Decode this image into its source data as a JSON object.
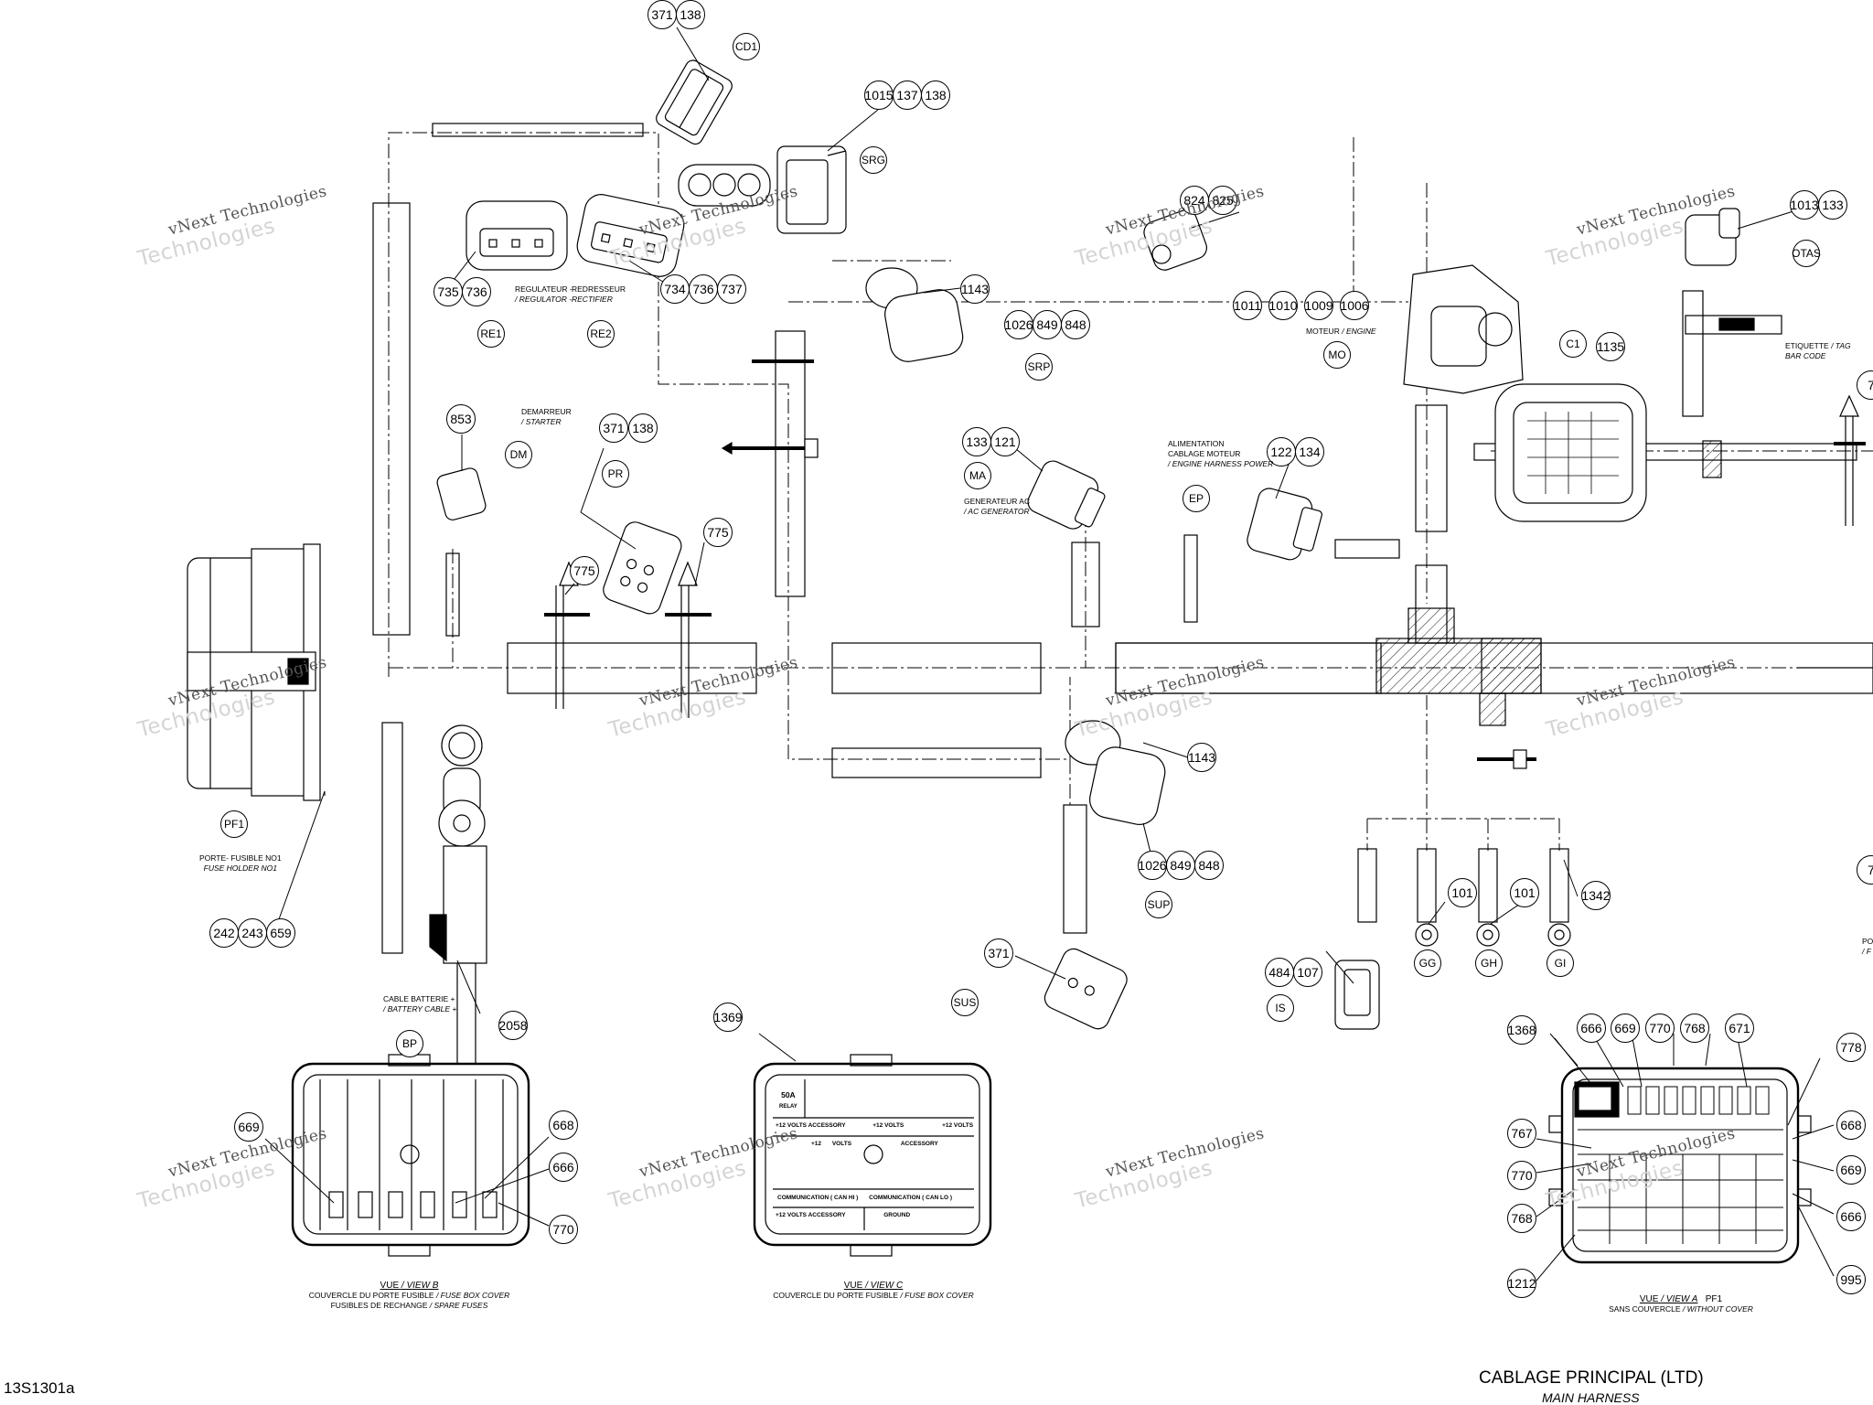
{
  "drawing": {
    "title": "CABLAGE PRINCIPAL (LTD)",
    "subtitle": "MAIN HARNESS",
    "reference": "13S1301a"
  },
  "watermark": {
    "line1": "vNext Technologies",
    "line2": "Technologies"
  },
  "callouts": [
    {
      "id": "c1",
      "text": "371"
    },
    {
      "id": "c2",
      "text": "138"
    },
    {
      "id": "c3",
      "text": "1015"
    },
    {
      "id": "c4",
      "text": "137"
    },
    {
      "id": "c5",
      "text": "138"
    },
    {
      "id": "c6",
      "text": "735"
    },
    {
      "id": "c7",
      "text": "736"
    },
    {
      "id": "c8",
      "text": "734"
    },
    {
      "id": "c9",
      "text": "736"
    },
    {
      "id": "c10",
      "text": "737"
    },
    {
      "id": "c11",
      "text": "1143"
    },
    {
      "id": "c12",
      "text": "1026"
    },
    {
      "id": "c13",
      "text": "849"
    },
    {
      "id": "c14",
      "text": "848"
    },
    {
      "id": "c15",
      "text": "824"
    },
    {
      "id": "c16",
      "text": "825"
    },
    {
      "id": "c17",
      "text": "1013"
    },
    {
      "id": "c18",
      "text": "133"
    },
    {
      "id": "c19",
      "text": "1011"
    },
    {
      "id": "c20",
      "text": "1010"
    },
    {
      "id": "c21",
      "text": "1009"
    },
    {
      "id": "c22",
      "text": "1006"
    },
    {
      "id": "c23",
      "text": "1135"
    },
    {
      "id": "c24",
      "text": "853"
    },
    {
      "id": "c25",
      "text": "371"
    },
    {
      "id": "c26",
      "text": "138"
    },
    {
      "id": "c27",
      "text": "133"
    },
    {
      "id": "c28",
      "text": "121"
    },
    {
      "id": "c29",
      "text": "122"
    },
    {
      "id": "c30",
      "text": "134"
    },
    {
      "id": "c31",
      "text": "775"
    },
    {
      "id": "c32",
      "text": "775"
    },
    {
      "id": "c33",
      "text": "1143"
    },
    {
      "id": "c34",
      "text": "1026"
    },
    {
      "id": "c35",
      "text": "849"
    },
    {
      "id": "c36",
      "text": "848"
    },
    {
      "id": "c37",
      "text": "101"
    },
    {
      "id": "c38",
      "text": "101"
    },
    {
      "id": "c39",
      "text": "1342"
    },
    {
      "id": "c40",
      "text": "242"
    },
    {
      "id": "c41",
      "text": "243"
    },
    {
      "id": "c42",
      "text": "659"
    },
    {
      "id": "c43",
      "text": "2058"
    },
    {
      "id": "c44",
      "text": "371"
    },
    {
      "id": "c45",
      "text": "484"
    },
    {
      "id": "c46",
      "text": "107"
    },
    {
      "id": "c47",
      "text": "1369"
    },
    {
      "id": "c48",
      "text": "1368"
    },
    {
      "id": "c49",
      "text": "666"
    },
    {
      "id": "c50",
      "text": "669"
    },
    {
      "id": "c51",
      "text": "770"
    },
    {
      "id": "c52",
      "text": "768"
    },
    {
      "id": "c53",
      "text": "671"
    },
    {
      "id": "c54",
      "text": "778"
    },
    {
      "id": "c55",
      "text": "669"
    },
    {
      "id": "c56",
      "text": "668"
    },
    {
      "id": "c57",
      "text": "666"
    },
    {
      "id": "c58",
      "text": "770"
    },
    {
      "id": "c59",
      "text": "767"
    },
    {
      "id": "c60",
      "text": "770"
    },
    {
      "id": "c61",
      "text": "768"
    },
    {
      "id": "c62",
      "text": "1212"
    },
    {
      "id": "c63",
      "text": "668"
    },
    {
      "id": "c64",
      "text": "669"
    },
    {
      "id": "c65",
      "text": "666"
    },
    {
      "id": "c66",
      "text": "995"
    },
    {
      "id": "c67",
      "text": "7"
    },
    {
      "id": "c68",
      "text": "7"
    }
  ],
  "codes": [
    {
      "id": "k1",
      "text": "CD1"
    },
    {
      "id": "k2",
      "text": "SRG"
    },
    {
      "id": "k3",
      "text": "RE1"
    },
    {
      "id": "k4",
      "text": "RE2"
    },
    {
      "id": "k5",
      "text": "SRP"
    },
    {
      "id": "k6",
      "text": "OTAS"
    },
    {
      "id": "k7",
      "text": "MO"
    },
    {
      "id": "k8",
      "text": "C1"
    },
    {
      "id": "k9",
      "text": "DM"
    },
    {
      "id": "k10",
      "text": "PR"
    },
    {
      "id": "k11",
      "text": "MA"
    },
    {
      "id": "k12",
      "text": "EP"
    },
    {
      "id": "k13",
      "text": "PF1"
    },
    {
      "id": "k14",
      "text": "SUP"
    },
    {
      "id": "k15",
      "text": "GG"
    },
    {
      "id": "k16",
      "text": "GH"
    },
    {
      "id": "k17",
      "text": "GI"
    },
    {
      "id": "k18",
      "text": "BP"
    },
    {
      "id": "k19",
      "text": "SUS"
    },
    {
      "id": "k20",
      "text": "IS"
    }
  ],
  "labels": {
    "regulateur": "REGULATEUR -",
    "regulator": "/ REGULATOR -",
    "redresseur": "REDRESSEUR",
    "rectifier": "RECTIFIER",
    "moteur": "MOTEUR",
    "engine": "/ ENGINE",
    "etiquette": "ETIQUETTE",
    "tag": "/ TAG",
    "bar_code": "BAR CODE",
    "demarreur": "DEMARREUR",
    "starter": "/ STARTER",
    "alimentation": "ALIMENTATION",
    "cablage_moteur": "CABLAGE MOTEUR",
    "engine_harness_power": "/ ENGINE HARNESS POWER",
    "generateur_ac": "GENERATEUR AC",
    "ac_generator": "/ AC GENERATOR",
    "porte_fusible": "PORTE- FUSIBLE NO1",
    "fuse_holder": "FUSE HOLDER NO1",
    "cable_batterie": "CABLE BATTERIE +",
    "battery_cable": "/ BATTERY CABLE +",
    "po": "PO",
    "pf": "/ F",
    "view_b": "VUE",
    "view_b_en": "/ VIEW B",
    "view_b_l1": "COUVERCLE DU PORTE FUSIBLE",
    "view_b_l1_en": "/ FUSE BOX COVER",
    "view_b_l2": "FUSIBLES DE RECHANGE",
    "view_b_l2_en": "/ SPARE FUSES",
    "view_c": "VUE",
    "view_c_en": "/ VIEW C",
    "view_c_l1": "COUVERCLE DU PORTE FUSIBLE",
    "view_c_l1_en": "/ FUSE BOX COVER",
    "view_a": "VUE",
    "view_a_en": "/ VIEW A",
    "view_a_pf": "PF1",
    "view_a_l1": "SANS COUVERCLE",
    "view_a_l1_en": "/ WITHOUT COVER"
  },
  "fuse_box_c": {
    "relay": "50A",
    "relay_sub": "RELAY",
    "row1": [
      "+12 VOLTS",
      "ACCESSORY",
      "+12 VOLTS",
      "+12 VOLTS"
    ],
    "row2": [
      "+12",
      "VOLTS",
      "ACCESSORY"
    ],
    "row3": [
      "COMMUNICATION ( CAN HI )",
      "COMMUNICATION ( CAN LO )"
    ],
    "row4": [
      "+12 VOLTS",
      "ACCESSORY",
      "GROUND"
    ]
  }
}
